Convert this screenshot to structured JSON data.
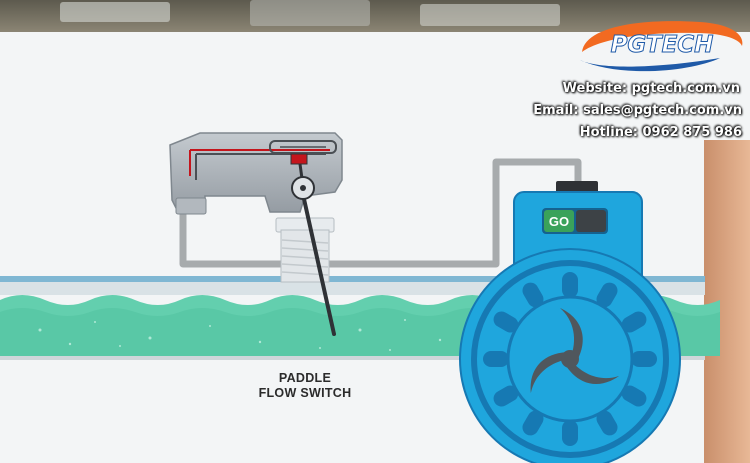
{
  "brand": {
    "logo_text": "PGTECH",
    "logo_color": "#f26a21",
    "logo_accent": "#1f5aa8"
  },
  "contact": {
    "website": "Website: pgtech.com.vn",
    "email": "Email: sales@pgtech.com.vn",
    "hotline": "Hotline: 0962 875 986"
  },
  "diagram": {
    "caption_line1": "PADDLE",
    "caption_line2": "FLOW SWITCH",
    "indicator_label": "GO"
  },
  "colors": {
    "water": "#63cfae",
    "pipe": "#d8dde0",
    "switch_body": "#a9b0b6",
    "meter_blue": "#1fa6dd",
    "meter_dark": "#1679b3",
    "wire": "#a7abad",
    "indicator_green": "#3aa25a",
    "signal_red": "#c4151c"
  }
}
